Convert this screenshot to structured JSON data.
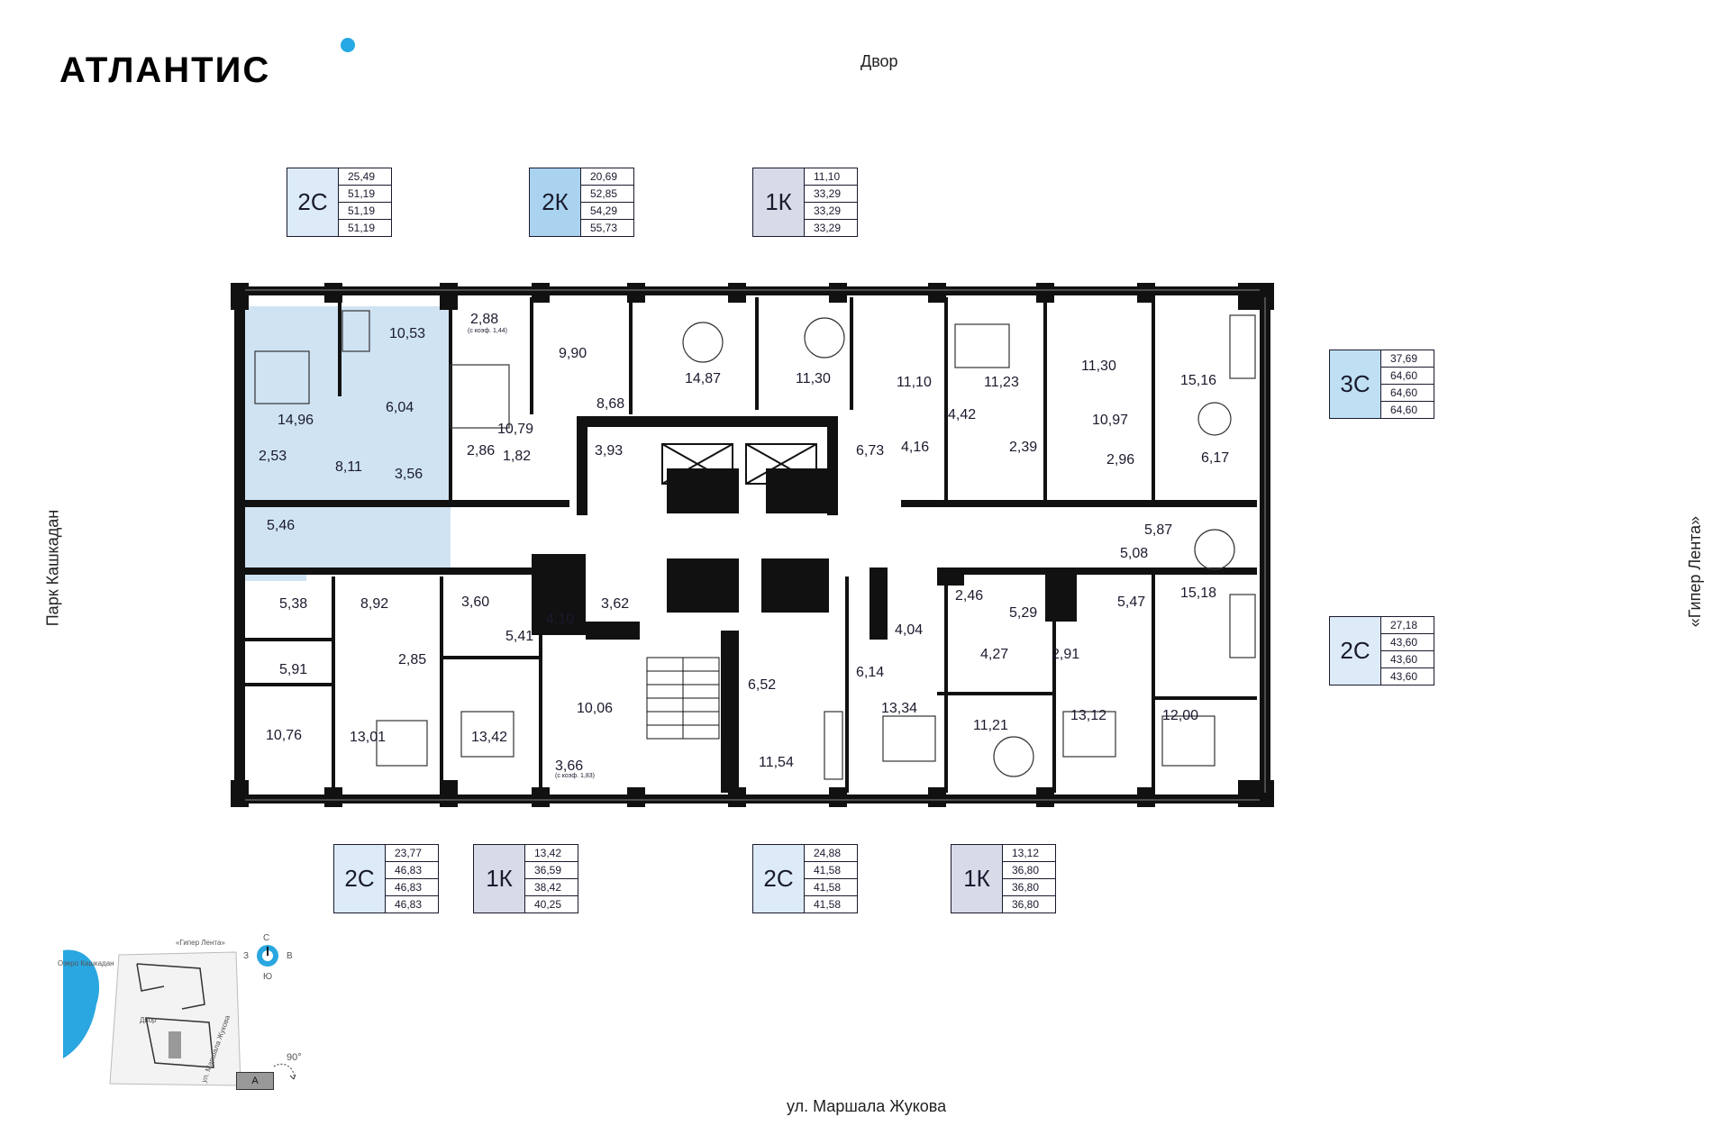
{
  "logo": {
    "text": "АТЛАНТИС"
  },
  "directions": {
    "north": "Двор",
    "south": "ул. Маршала Жукова",
    "west": "Парк Кашкадан",
    "east": "«Гипер Лента»"
  },
  "unit_cards": [
    {
      "code": "2С",
      "color": "#dcebf7",
      "values": [
        "25,49",
        "51,19",
        "51,19",
        "51,19"
      ]
    },
    {
      "code": "2К",
      "color": "#a9d3ef",
      "values": [
        "20,69",
        "52,85",
        "54,29",
        "55,73"
      ]
    },
    {
      "code": "1К",
      "color": "#d7dbe8",
      "values": [
        "11,10",
        "33,29",
        "33,29",
        "33,29"
      ]
    },
    {
      "code": "3С",
      "color": "#bfe0f3",
      "values": [
        "37,69",
        "64,60",
        "64,60",
        "64,60"
      ]
    },
    {
      "code": "2С",
      "color": "#dcebf7",
      "values": [
        "27,18",
        "43,60",
        "43,60",
        "43,60"
      ]
    },
    {
      "code": "2С",
      "color": "#dcebf7",
      "values": [
        "23,77",
        "46,83",
        "46,83",
        "46,83"
      ]
    },
    {
      "code": "1К",
      "color": "#d7dbe8",
      "values": [
        "13,42",
        "36,59",
        "38,42",
        "40,25"
      ]
    },
    {
      "code": "2С",
      "color": "#dcebf7",
      "values": [
        "24,88",
        "41,58",
        "41,58",
        "41,58"
      ]
    },
    {
      "code": "1К",
      "color": "#d7dbe8",
      "values": [
        "13,12",
        "36,80",
        "36,80",
        "36,80"
      ]
    }
  ],
  "rooms": [
    "10,53",
    "14,96",
    "6,04",
    "2,53",
    "8,11",
    "3,56",
    "5,46",
    "2,88",
    "(с коэф. 1,44)",
    "10,79",
    "2,86",
    "1,82",
    "9,90",
    "8,68",
    "3,93",
    "14,87",
    "11,30",
    "6,73",
    "11,10",
    "4,16",
    "4,42",
    "2,39",
    "11,23",
    "11,30",
    "10,97",
    "2,96",
    "15,16",
    "6,17",
    "5,87",
    "5,08",
    "15,18",
    "5,38",
    "5,91",
    "10,76",
    "8,92",
    "2,85",
    "13,01",
    "3,60",
    "5,41",
    "4,10",
    "3,62",
    "13,42",
    "10,06",
    "3,66",
    "(с коэф. 1,83)",
    "6,52",
    "11,54",
    "6,14",
    "4,04",
    "13,34",
    "2,46",
    "5,29",
    "4,27",
    "11,21",
    "2,91",
    "5,47",
    "13,12",
    "12,00"
  ],
  "minimap": {
    "lake": "Озеро Кашкадан",
    "top_road": "«Гипер Лента»",
    "yard": "Двор",
    "street": "ул. Маршала Жукова",
    "compass": {
      "n": "С",
      "s": "Ю",
      "w": "З",
      "e": "В"
    },
    "rotation": "90°",
    "section": "А"
  }
}
